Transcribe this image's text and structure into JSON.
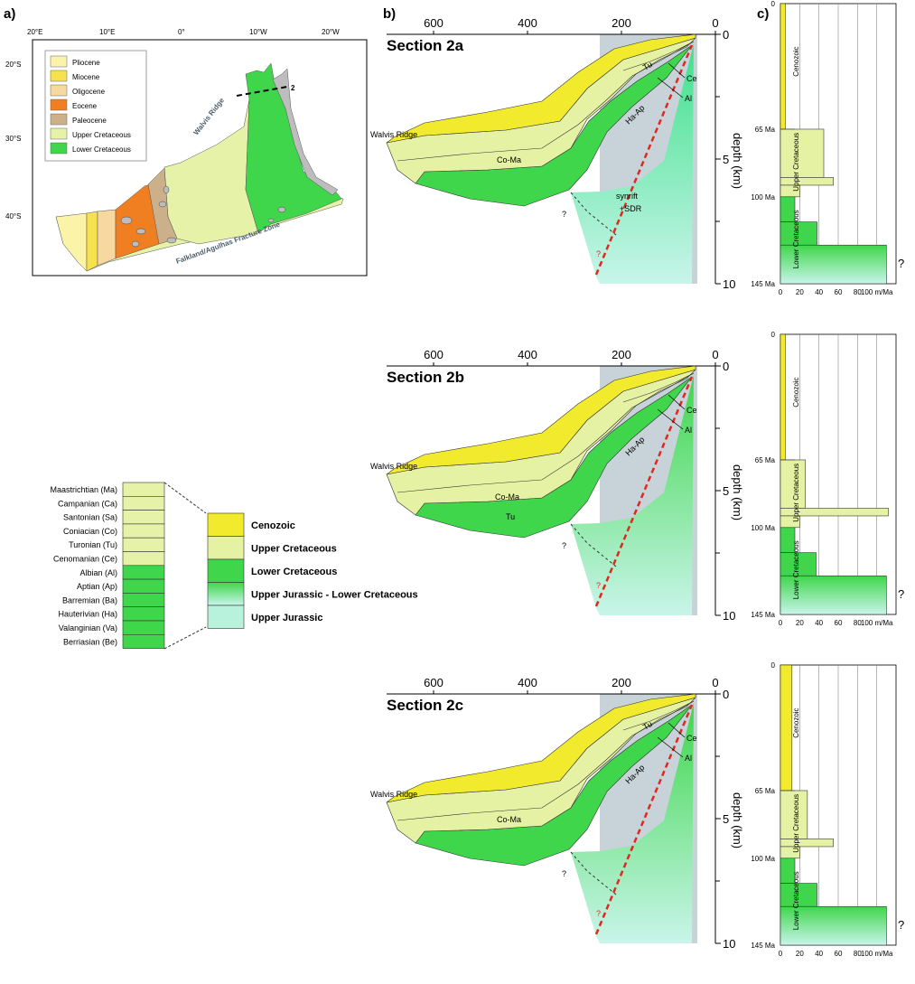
{
  "panels": {
    "a": "a)",
    "b": "b)",
    "c": "c)"
  },
  "map": {
    "lon_labels": [
      "20°E",
      "10°E",
      "0°",
      "10°W",
      "20°W"
    ],
    "lat_labels": [
      "20°S",
      "30°S",
      "40°S"
    ],
    "legend": [
      "Pliocene",
      "Miocene",
      "Oligocene",
      "Eocene",
      "Paleocene",
      "Upper Cretaceous",
      "Lower Cretaceous"
    ],
    "legend_colors": [
      "#fbf3a8",
      "#f6e24f",
      "#f7d8a0",
      "#f07f22",
      "#cbb08a",
      "#e5f2a8",
      "#3fd64b"
    ],
    "walvis_ridge": "Walvis Ridge",
    "fracture_zone": "Falkland/Agulhas Fracture Zone",
    "section_number": "2"
  },
  "sections": [
    {
      "title": "Section 2a",
      "units": [
        "Tu",
        "Ce",
        "Al",
        "Ha-Ap",
        "Co-Ma",
        "synrift",
        "+SDR"
      ]
    },
    {
      "title": "Section 2b",
      "units": [
        "Ce",
        "Al",
        "Ha-Ap",
        "Co-Ma",
        "Tu"
      ]
    },
    {
      "title": "Section 2c",
      "units": [
        "Tu",
        "Ce",
        "Al",
        "Ha-Ap",
        "Co-Ma"
      ]
    }
  ],
  "section_axis": {
    "x_ticks": [
      "600",
      "400",
      "200",
      "0"
    ],
    "y_ticks": [
      "0",
      "5",
      "10"
    ],
    "y_label": "depth (km)",
    "walvis_ridge": "Walvis Ridge",
    "question": "?"
  },
  "stages": [
    "Maastrichtian (Ma)",
    "Campanian (Ca)",
    "Santonian (Sa)",
    "Coniacian (Co)",
    "Turonian (Tu)",
    "Cenomanian (Ce)",
    "Albian (Al)",
    "Aptian (Ap)",
    "Barremian (Ba)",
    "Hauterivian (Ha)",
    "Valanginian (Va)",
    "Berriasian (Be)"
  ],
  "stage_colors": [
    "#e5f2a8",
    "#e5f2a8",
    "#e5f2a8",
    "#e5f2a8",
    "#e5f2a8",
    "#e5f2a8",
    "#3fd64b",
    "#3fd64b",
    "#3fd64b",
    "#3fd64b",
    "#3fd64b",
    "#3fd64b"
  ],
  "units_legend": [
    "Cenozoic",
    "Upper Cretaceous",
    "Lower Cretaceous",
    "Upper Jurassic - Lower Cretaceous",
    "Upper Jurassic"
  ],
  "colors": {
    "cenozoic": "#f2ea2c",
    "upper_cret": "#e6f2a3",
    "lower_cret": "#3fd64b",
    "jurassic": "#b8f2dc",
    "shade": "#c7d3d8",
    "fault": "#e0281f"
  },
  "rate": {
    "y_ticks": [
      "0",
      "65 Ma",
      "100 Ma",
      "145 Ma"
    ],
    "x_ticks": [
      "0",
      "20",
      "40",
      "60",
      "80",
      "100 m/Ma"
    ],
    "periods": [
      "Cenozoic",
      "Upper Cretaceous",
      "Lower Cretaceous"
    ],
    "question": "?"
  },
  "chart_data": [
    {
      "type": "bar",
      "title": "Section 2a",
      "xlabel": "",
      "ylabel": "",
      "x_unit": "m/Ma",
      "xlim": [
        0,
        120
      ],
      "bars": [
        {
          "from_ma": 0,
          "to_ma": 65,
          "rate": 5,
          "period": "Cenozoic"
        },
        {
          "from_ma": 65,
          "to_ma": 90,
          "rate": 45,
          "period": "Upper Cretaceous"
        },
        {
          "from_ma": 90,
          "to_ma": 94,
          "rate": 55,
          "period": "Upper Cretaceous"
        },
        {
          "from_ma": 94,
          "to_ma": 100,
          "rate": 20,
          "period": "Upper Cretaceous"
        },
        {
          "from_ma": 100,
          "to_ma": 113,
          "rate": 15,
          "period": "Lower Cretaceous"
        },
        {
          "from_ma": 113,
          "to_ma": 125,
          "rate": 38,
          "period": "Lower Cretaceous"
        },
        {
          "from_ma": 125,
          "to_ma": 145,
          "rate": 110,
          "period": "Upper Jurassic - Lower Cretaceous"
        }
      ]
    },
    {
      "type": "bar",
      "title": "Section 2b",
      "xlabel": "",
      "ylabel": "",
      "x_unit": "m/Ma",
      "xlim": [
        0,
        120
      ],
      "bars": [
        {
          "from_ma": 0,
          "to_ma": 65,
          "rate": 5,
          "period": "Cenozoic"
        },
        {
          "from_ma": 65,
          "to_ma": 90,
          "rate": 26,
          "period": "Upper Cretaceous"
        },
        {
          "from_ma": 90,
          "to_ma": 94,
          "rate": 112,
          "period": "Upper Cretaceous"
        },
        {
          "from_ma": 94,
          "to_ma": 100,
          "rate": 20,
          "period": "Upper Cretaceous"
        },
        {
          "from_ma": 100,
          "to_ma": 113,
          "rate": 15,
          "period": "Lower Cretaceous"
        },
        {
          "from_ma": 113,
          "to_ma": 125,
          "rate": 37,
          "period": "Lower Cretaceous"
        },
        {
          "from_ma": 125,
          "to_ma": 145,
          "rate": 110,
          "period": "Upper Jurassic - Lower Cretaceous"
        }
      ]
    },
    {
      "type": "bar",
      "title": "Section 2c",
      "xlabel": "",
      "ylabel": "",
      "x_unit": "m/Ma",
      "xlim": [
        0,
        120
      ],
      "bars": [
        {
          "from_ma": 0,
          "to_ma": 65,
          "rate": 12,
          "period": "Cenozoic"
        },
        {
          "from_ma": 65,
          "to_ma": 90,
          "rate": 28,
          "period": "Upper Cretaceous"
        },
        {
          "from_ma": 90,
          "to_ma": 94,
          "rate": 55,
          "period": "Upper Cretaceous"
        },
        {
          "from_ma": 94,
          "to_ma": 100,
          "rate": 20,
          "period": "Upper Cretaceous"
        },
        {
          "from_ma": 100,
          "to_ma": 113,
          "rate": 15,
          "period": "Lower Cretaceous"
        },
        {
          "from_ma": 113,
          "to_ma": 125,
          "rate": 38,
          "period": "Lower Cretaceous"
        },
        {
          "from_ma": 125,
          "to_ma": 145,
          "rate": 110,
          "period": "Upper Jurassic - Lower Cretaceous"
        }
      ]
    }
  ]
}
